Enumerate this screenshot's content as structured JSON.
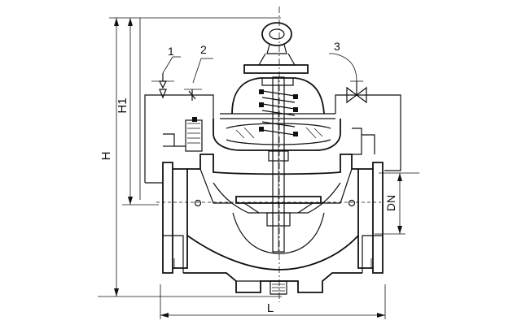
{
  "labels": {
    "part1": "1",
    "part2": "2",
    "part3": "3",
    "dim_H": "H",
    "dim_H1": "H1",
    "dim_DN": "DN",
    "dim_L": "L"
  }
}
